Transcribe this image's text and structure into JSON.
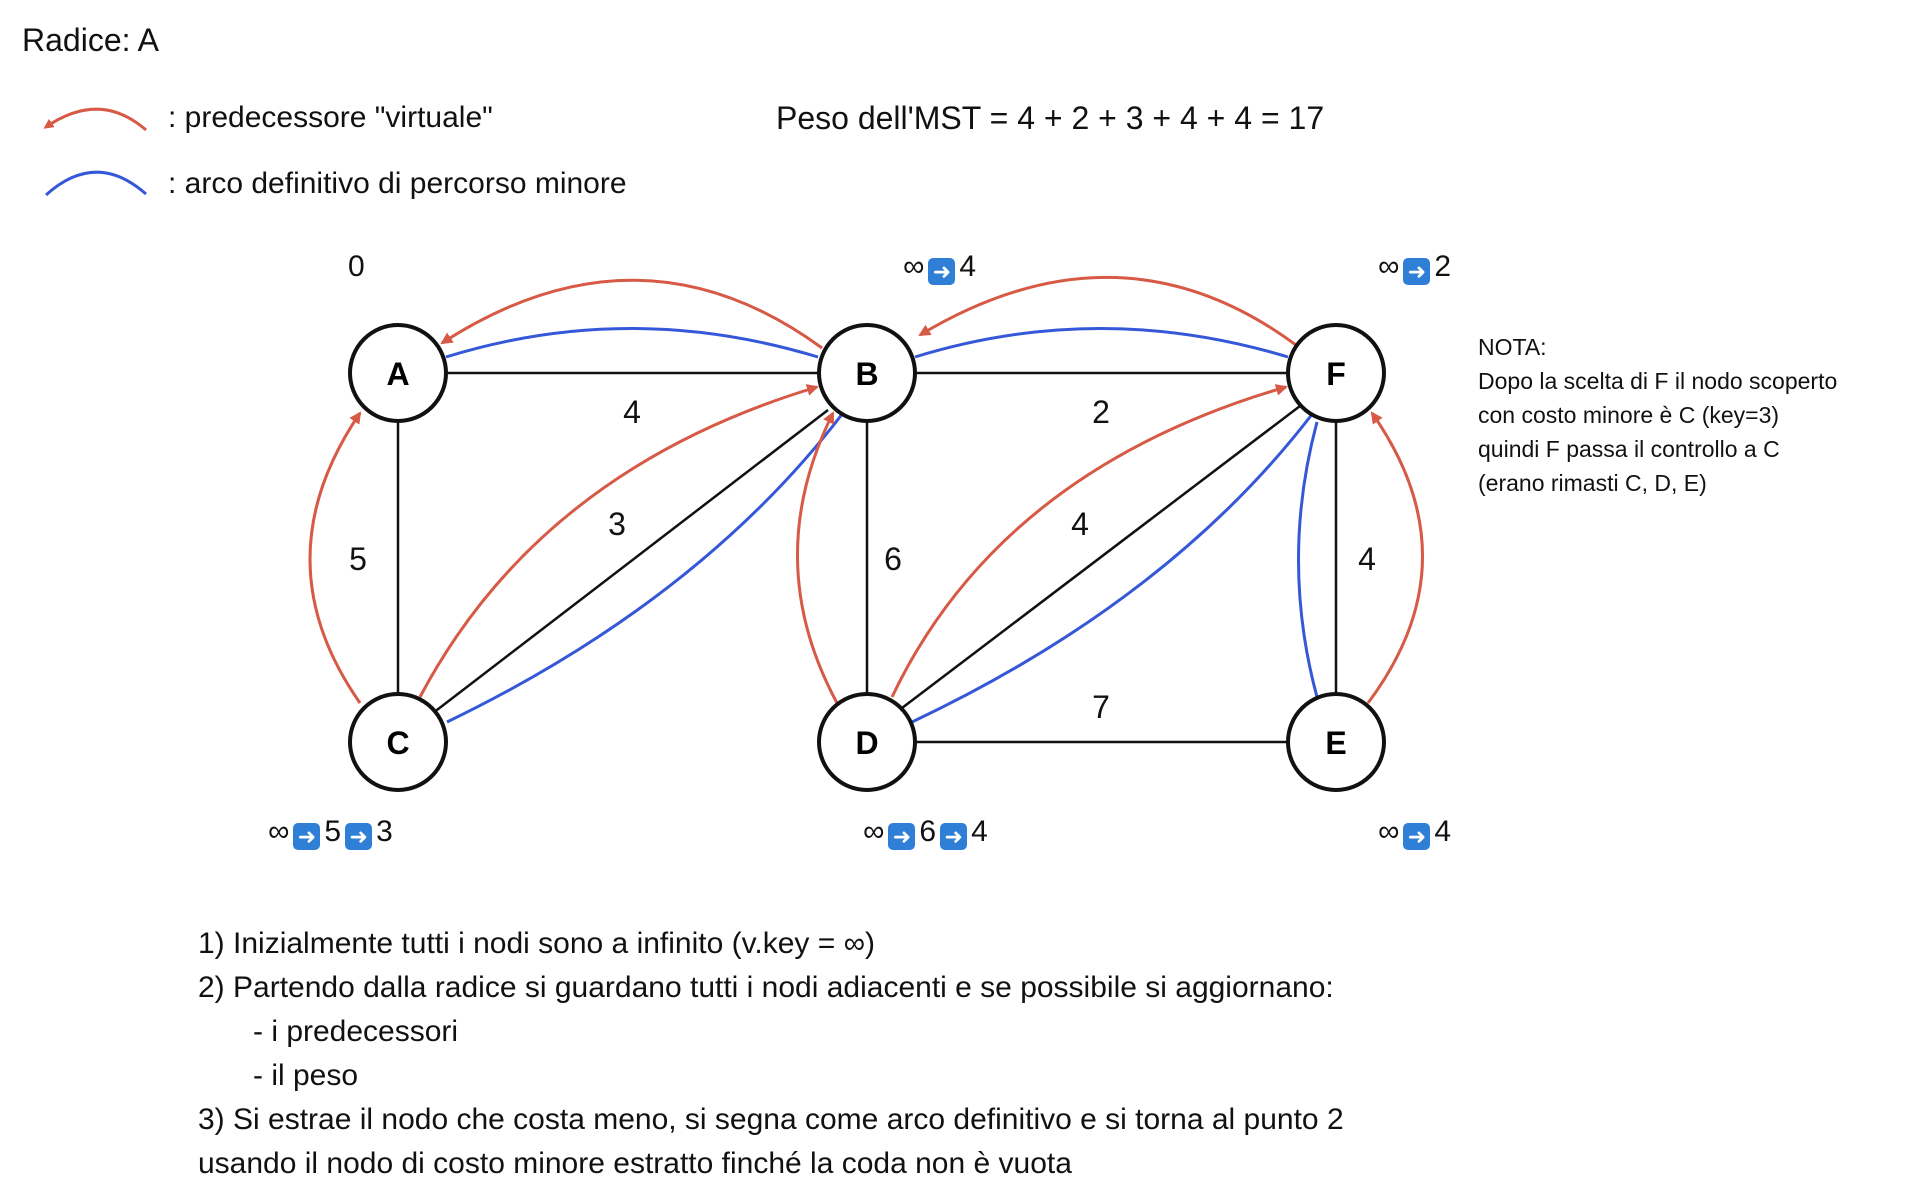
{
  "header": {
    "root_label": "Radice: A",
    "mst_weight": "Peso dell'MST = 4 + 2 + 3 + 4 + 4 = 17"
  },
  "legend": {
    "virtual_pred": ": predecessore \"virtuale\"",
    "definitive_arc": ": arco definitivo di percorso minore"
  },
  "colors": {
    "virtual_pred": "#d65a45",
    "definitive_arc": "#3558d8",
    "edge": "#111111",
    "key_arrow_icon": "#2f7fd6"
  },
  "nodes": [
    {
      "id": "A",
      "label": "A"
    },
    {
      "id": "B",
      "label": "B"
    },
    {
      "id": "F",
      "label": "F"
    },
    {
      "id": "C",
      "label": "C"
    },
    {
      "id": "D",
      "label": "D"
    },
    {
      "id": "E",
      "label": "E"
    }
  ],
  "edges": [
    {
      "from": "A",
      "to": "B",
      "weight": "4"
    },
    {
      "from": "A",
      "to": "C",
      "weight": "5"
    },
    {
      "from": "C",
      "to": "B",
      "weight": "3"
    },
    {
      "from": "B",
      "to": "D",
      "weight": "6"
    },
    {
      "from": "B",
      "to": "F",
      "weight": "2"
    },
    {
      "from": "D",
      "to": "F",
      "weight": "4"
    },
    {
      "from": "F",
      "to": "E",
      "weight": "4"
    },
    {
      "from": "D",
      "to": "E",
      "weight": "7"
    }
  ],
  "keys": {
    "A": [
      "0"
    ],
    "B": [
      "∞",
      "4"
    ],
    "F": [
      "∞",
      "2"
    ],
    "C": [
      "∞",
      "5",
      "3"
    ],
    "D": [
      "∞",
      "6",
      "4"
    ],
    "E": [
      "∞",
      "4"
    ]
  },
  "key_arrow_icon": "right-arrow-emoji-icon",
  "note": {
    "title": "NOTA:",
    "lines": [
      "Dopo la scelta di F il nodo scoperto",
      "con costo minore è C (key=3)",
      "quindi F passa il controllo a C",
      "(erano rimasti C, D, E)"
    ]
  },
  "steps": [
    "1) Inizialmente tutti i nodi sono a infinito (v.key = ∞)",
    "2) Partendo dalla radice si guardano tutti i nodi adiacenti e se possibile si aggiornano:",
    "- i predecessori",
    "- il peso",
    "3) Si estrae il nodo che costa meno, si segna come arco definitivo e si torna al punto 2",
    "usando il nodo di costo minore estratto finché la coda non è vuota"
  ]
}
